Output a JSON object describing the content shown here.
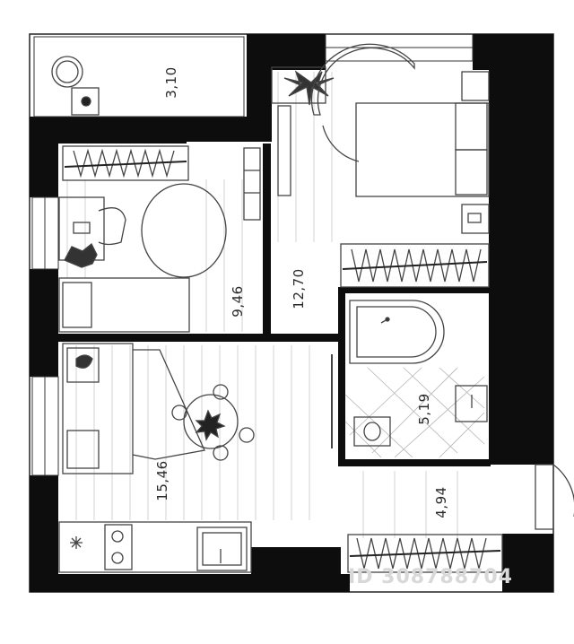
{
  "floor_plan": {
    "rooms": [
      {
        "id": "balcony",
        "area": "3,10"
      },
      {
        "id": "children-room",
        "area": "9,46"
      },
      {
        "id": "bedroom",
        "area": "12,70"
      },
      {
        "id": "bathroom",
        "area": "5,19"
      },
      {
        "id": "kitchen-living",
        "area": "15,46"
      },
      {
        "id": "hallway",
        "area": "4,94"
      }
    ],
    "watermark": "ID 308788704",
    "colors": {
      "wall": "#0d0d0d",
      "floor_line": "#9a9a9a",
      "furniture": "#444444",
      "background": "#ffffff"
    }
  }
}
